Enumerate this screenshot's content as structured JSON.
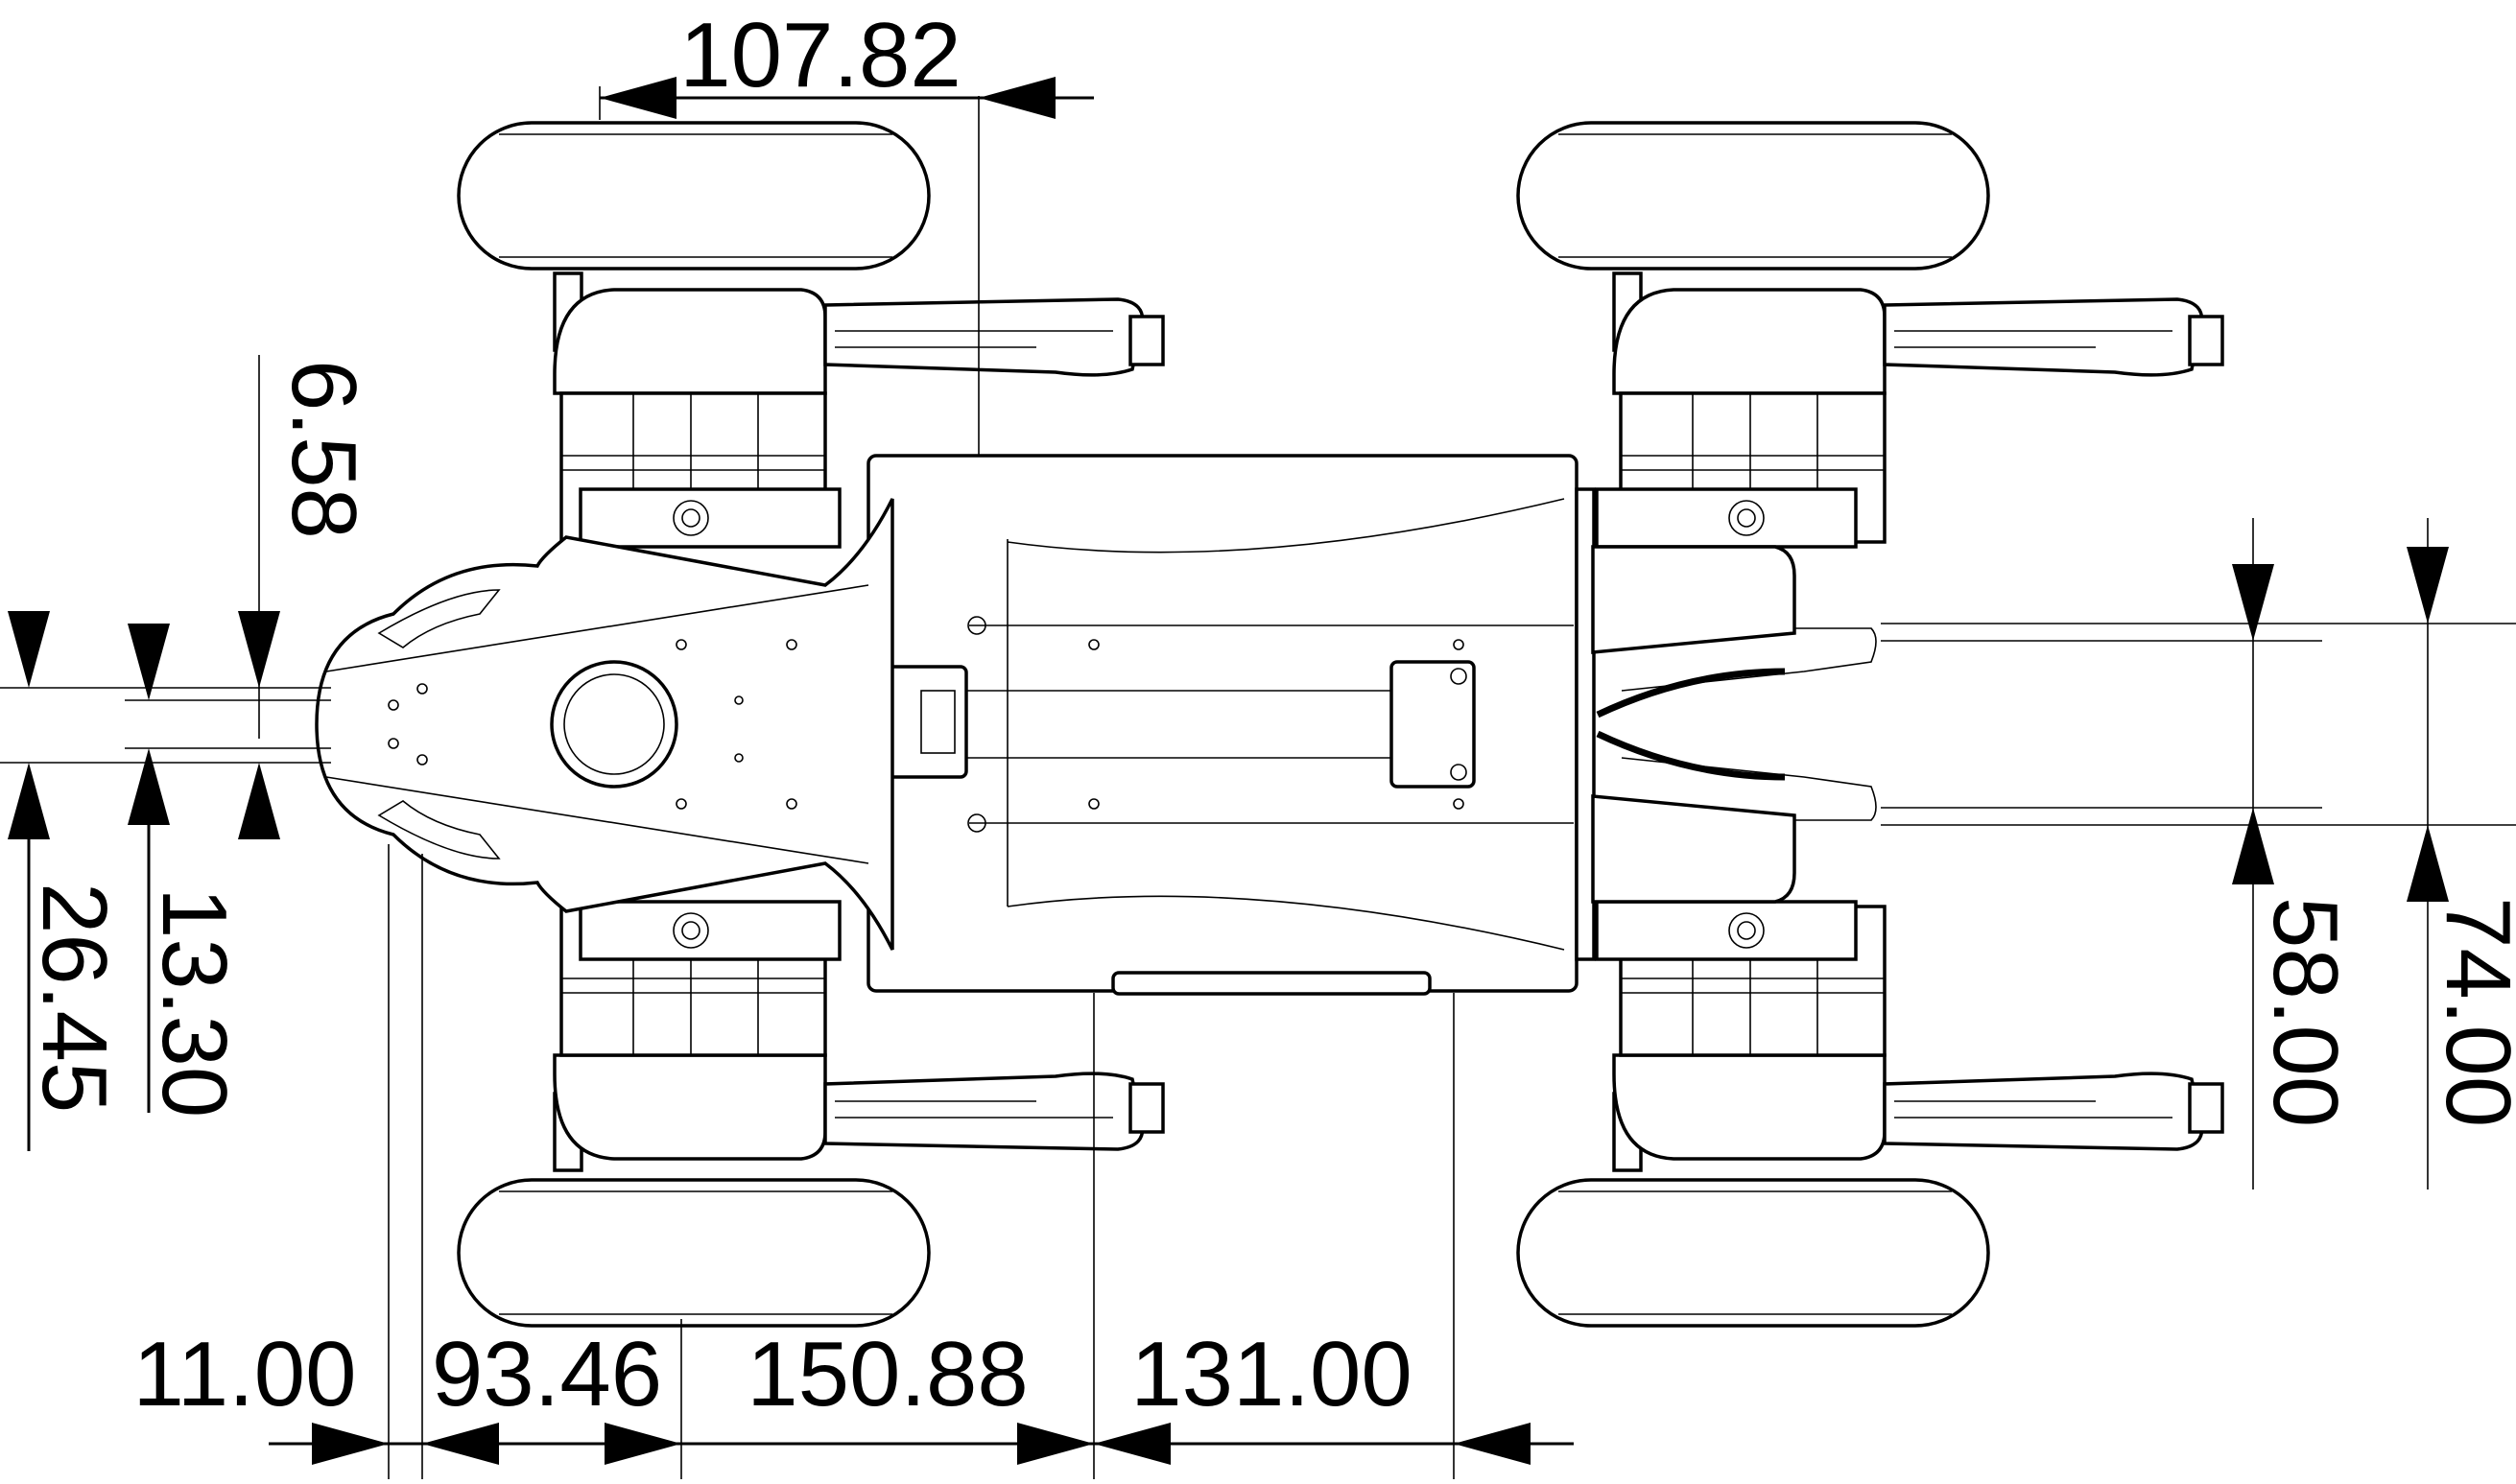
{
  "dimensions": {
    "top": "107.82",
    "left_vertical": "6.58",
    "left_mid": "13.30",
    "left_outer": "26.45",
    "bottom_1": "11.00",
    "bottom_2": "93.46",
    "bottom_3": "150.88",
    "bottom_4": "131.00",
    "right_inner": "58.00",
    "right_outer": "74.00"
  }
}
